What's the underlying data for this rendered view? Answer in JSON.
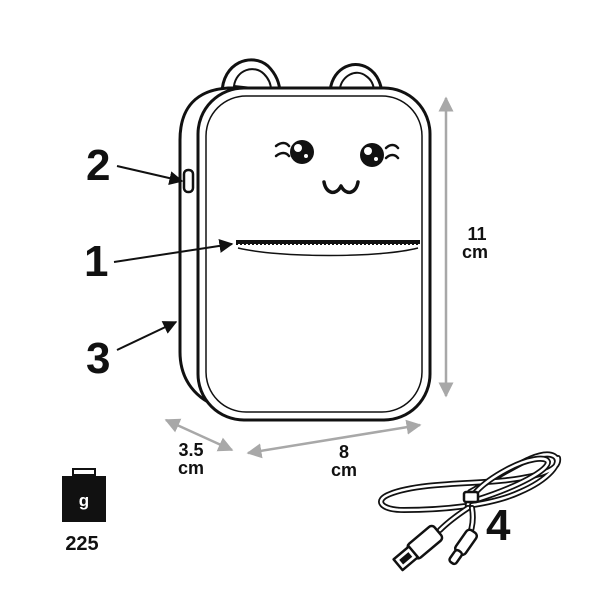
{
  "callouts": {
    "c1": "1",
    "c2": "2",
    "c3": "3",
    "c4": "4"
  },
  "dimensions": {
    "height_value": "11",
    "height_unit": "cm",
    "depth_value": "3.5",
    "depth_unit": "cm",
    "width_value": "8",
    "width_unit": "cm"
  },
  "weight": {
    "icon_letter": "g",
    "value": "225"
  },
  "colors": {
    "outline": "#111111",
    "arrow_gray": "#a8a8a8",
    "weight_icon": "#111111"
  },
  "icons": [
    "cat-printer-illustration",
    "weight-icon",
    "usb-cable-icon"
  ]
}
